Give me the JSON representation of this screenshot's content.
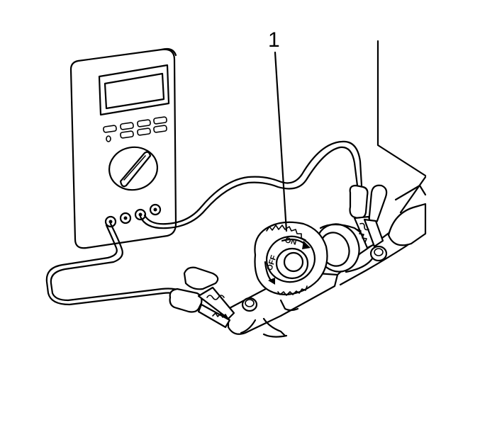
{
  "diagram": {
    "callout_number": "1",
    "knob_labels": {
      "off": "OFF",
      "on": "ON"
    },
    "colors": {
      "line": "#000000",
      "background": "#ffffff"
    }
  }
}
